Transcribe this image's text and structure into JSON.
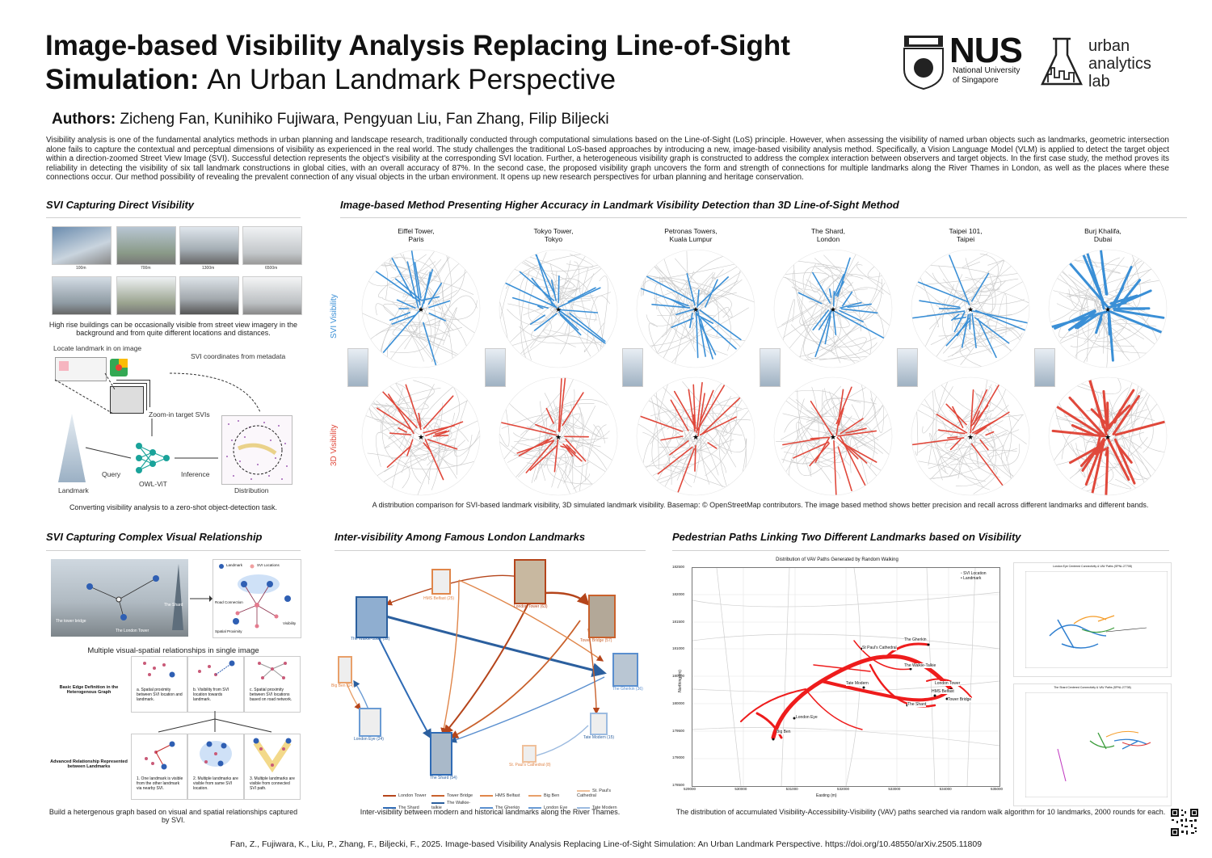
{
  "header": {
    "title_bold": "Image-based Visibility Analysis Replacing Line-of-Sight Simulation:",
    "title_rest": "An Urban Landmark Perspective",
    "authors_label": "Authors:",
    "authors": "Zicheng Fan, Kunihiko Fujiwara, Pengyuan Liu, Fan Zhang, Filip Biljecki",
    "nus_logo_text": "NUS",
    "nus_sub1": "National University",
    "nus_sub2": "of Singapore",
    "ual_1": "urban",
    "ual_2": "analytics",
    "ual_3": "lab"
  },
  "abstract": "Visibility analysis is one of the fundamental analytics methods in urban planning and landscape research, traditionally conducted through computational simulations based on the Line-of-Sight (LoS) principle. However, when assessing the visibility of named urban objects such as landmarks, geometric intersection alone fails to capture the contextual and perceptual dimensions of visibility as experienced in the real world. The study challenges the traditional LoS-based approaches by introducing a new, image-based visibility analysis method. Specifically, a Vision Language Model (VLM) is applied to detect the target object within a direction-zoomed Street View Image (SVI). Successful detection represents the object's visibility at the corresponding SVI location. Further, a heterogeneous visibility graph is constructed to address the complex interaction between observers and target objects. In the first case study, the method proves its reliability in detecting the visibility of six tall landmark constructions in global cities, with an overall accuracy of 87%. In the second case, the proposed visibility graph uncovers the form and strength of connections for multiple landmarks along the River Thames in London, as well as the places where these connections occur. Our method possibility of revealing the prevalent connection of any visual objects in the urban environment. It opens up new research perspectives for urban planning and heritage conservation.",
  "sec1": {
    "title": "SVI Capturing Direct Visibility",
    "dist_labels": [
      "100m",
      "700m",
      "1300m",
      "6500m"
    ],
    "caption1": "High rise buildings can be occasionally visible from street view imagery in the background and from quite different locations and distances.",
    "locate_label": "Locate landmark in on image",
    "svi_coord_label": "SVI coordinates from metadata",
    "zoom_label": "Zoom-in target SVIs",
    "landmark_label": "Landmark",
    "query_label": "Query",
    "model_label": "OWL-ViT",
    "inference_label": "Inference",
    "distribution_label": "Distribution",
    "caption2": "Converting visibility analysis to a zero-shot object-detection task."
  },
  "sec2": {
    "title": "Image-based Method Presenting Higher Accuracy in Landmark Visibility Detection than 3D Line-of-Sight Method",
    "cities": [
      {
        "name": "Eiffel Tower,",
        "city": "Paris"
      },
      {
        "name": "Tokyo Tower,",
        "city": "Tokyo"
      },
      {
        "name": "Petronas Towers,",
        "city": "Kuala Lumpur"
      },
      {
        "name": "The Shard,",
        "city": "London"
      },
      {
        "name": "Taipei 101,",
        "city": "Taipei"
      },
      {
        "name": "Burj Khalifa,",
        "city": "Dubai"
      }
    ],
    "row_svi": "SVI Visibility",
    "row_3d": "3D Visibility",
    "caption": "A distribution comparison for SVI-based landmark visibility, 3D simulated landmark visibility. Basemap: © OpenStreetMap contributors. The image based method shows better precision and recall across different landmarks and different bands."
  },
  "sec3": {
    "title": "SVI Capturing Complex Visual Relationship",
    "legend_landmark": "Landmark",
    "legend_svi": "SVI Locations",
    "photo_labels": [
      "The tower bridge",
      "The London Tower",
      "The Shard"
    ],
    "graph_labels": [
      "Road Connection",
      "Visibility",
      "Spatial Proximity"
    ],
    "caption_mid": "Multiple visual-spatial relationships in single image",
    "basic_edge_label": "Basic Edge Definition in the Heterogenous Graph",
    "advanced_label": "Advanced Relationship Represented between Landmarks",
    "basic": [
      "a. Spatial proximity between SVI location and landmark.",
      "b. Visibility from SVI location towards landmark.",
      "c. Spatial proximity between SVI locations based on road network."
    ],
    "advanced": [
      "1. One landmark is visible from the other landmark via nearby SVI.",
      "2. Multiple landmarks are visible from same SVI location.",
      "3. Multiple landmarks are visible from connected SVI path."
    ],
    "caption": "Build a hetergenous graph based on visual and spatial relationships captured by SVI."
  },
  "sec4": {
    "title": "Inter-visibility Among Famous London Landmarks",
    "nodes": [
      {
        "label": "HMS Belfast (25)",
        "color": "#e0864a"
      },
      {
        "label": "London Tower (63)",
        "color": "#b5451b"
      },
      {
        "label": "The Walkie-talkie (52)",
        "color": "#2b5f9e"
      },
      {
        "label": "Tower Bridge (57)",
        "color": "#c9612c"
      },
      {
        "label": "Big Ben (14)",
        "color": "#e8a06a"
      },
      {
        "label": "The Gherkin (36)",
        "color": "#5a8fcf"
      },
      {
        "label": "London Eye (24)",
        "color": "#6a9bd4"
      },
      {
        "label": "Tate Modern (15)",
        "color": "#9cbbe0"
      },
      {
        "label": "The Shard (54)",
        "color": "#2f6bb5"
      },
      {
        "label": "St. Paul's Cathedral (8)",
        "color": "#f0c09a"
      }
    ],
    "legend": [
      {
        "label": "London Tower",
        "color": "#b5451b"
      },
      {
        "label": "Tower Bridge",
        "color": "#c9612c"
      },
      {
        "label": "HMS Belfast",
        "color": "#e0864a"
      },
      {
        "label": "Big Ben",
        "color": "#e8a06a"
      },
      {
        "label": "St. Paul's Cathedral",
        "color": "#f0c09a"
      },
      {
        "label": "The Shard",
        "color": "#2f6bb5"
      },
      {
        "label": "The Walkie-talkie",
        "color": "#2b5f9e"
      },
      {
        "label": "The Gherkin",
        "color": "#5a8fcf"
      },
      {
        "label": "London Eye",
        "color": "#6a9bd4"
      },
      {
        "label": "Tate Modern",
        "color": "#9cbbe0"
      }
    ],
    "caption": "Inter-visibility between modern and historical landmarks along the River Thames."
  },
  "sec5": {
    "title": "Pedestrian Paths Linking Two Different Landmarks based on Visibility",
    "chart_title": "Distribution of VAV Paths Generated by Random Walking",
    "legend_svi": "SVI Location",
    "legend_landmark": "Landmark",
    "xlabel": "Easting (m)",
    "ylabel": "Northing (m)",
    "xticks": [
      "529000",
      "530000",
      "531000",
      "532000",
      "533000",
      "534000",
      "535000"
    ],
    "yticks": [
      "182500",
      "182000",
      "181500",
      "181000",
      "180500",
      "180000",
      "179500",
      "179000",
      "178500"
    ],
    "landmark_labels": [
      "The Gherkin",
      "St Paul's Cathedral",
      "The Walkie-Talkie",
      "London Tower",
      "Tate Modern",
      "HMS Belfast",
      "Tower Bridge",
      "The Shard",
      "London Eye",
      "Big Ben"
    ],
    "small_chart1_title": "London Eye Centered Connectivity & VAV Paths (SPNL:27708)",
    "small_chart2_title": "The Shard Centered Connectivity & VAV Paths (SPNL:27708)",
    "caption": "The distribution of accumulated Visibility-Accessibility-Visibility (VAV) paths searched via random walk algorithm for 10 landmarks, 2000 rounds for each."
  },
  "citation": "Fan, Z., Fujiwara, K., Liu, P., Zhang, F., Biljecki, F., 2025. Image-based Visibility Analysis Replacing Line-of-Sight Simulation: An Urban Landmark Perspective. https://doi.org/10.48550/arXiv.2505.11809",
  "colors": {
    "svi_blue": "#3a8fd6",
    "los_red": "#e0483b",
    "path_red": "#ee1c1c"
  }
}
